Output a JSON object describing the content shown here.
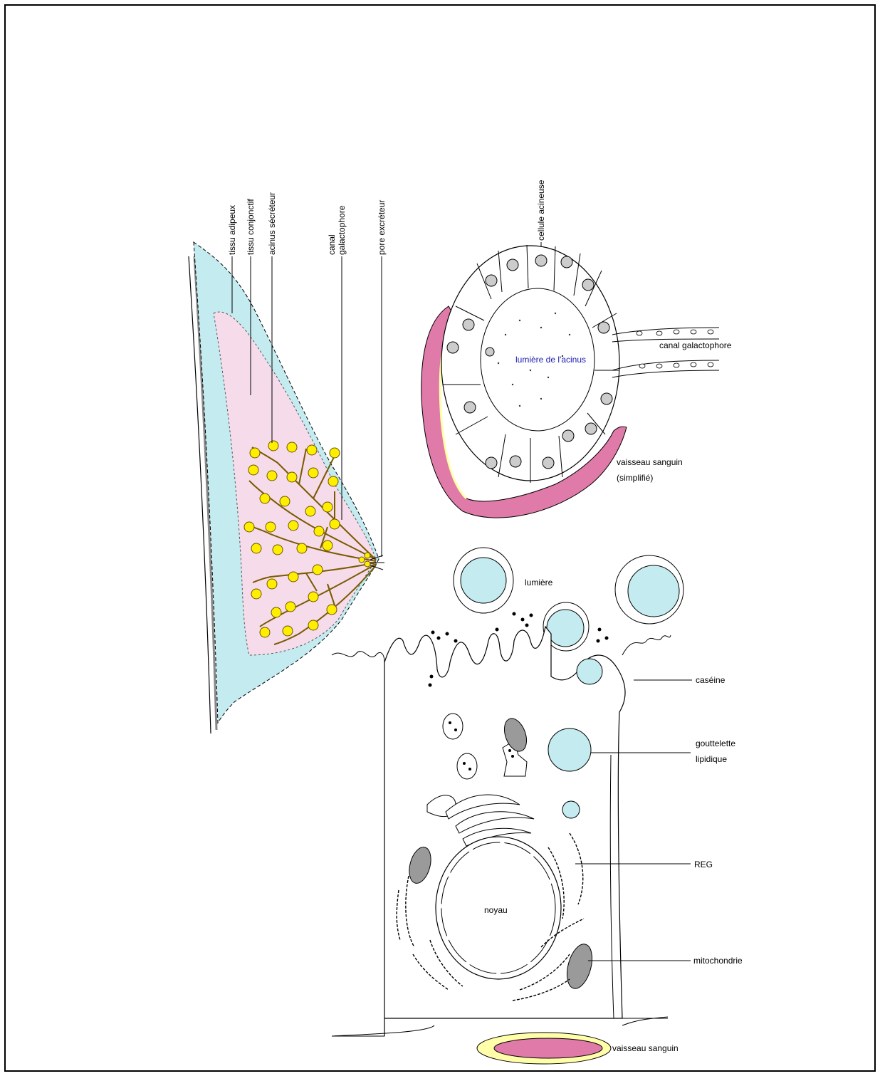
{
  "colors": {
    "adipose": "#c4ecf0",
    "connective": "#f6dcea",
    "acinus_yellow": "#ffee00",
    "vessel_pink": "#e07aa8",
    "vessel_yellow": "#ffffaa",
    "lipid": "#c4ecf0",
    "organelle_grey": "#9a9a9a",
    "nucleus_grey": "#c8c8c8"
  },
  "breast": {
    "labels": {
      "adipose": "tissu adipeux",
      "connective": "tissu conjonctif",
      "acinus": "acinus sécréteur",
      "duct_line1": "canal",
      "duct_line2": "galactophore",
      "pore": "pore excréteur"
    }
  },
  "acinus": {
    "labels": {
      "cell": "cellule acineuse",
      "lumen": "lumière de l'acinus",
      "duct": "canal galactophore",
      "vessel_line1": "vaisseau sanguin",
      "vessel_line2": "(simplifié)"
    }
  },
  "cell": {
    "labels": {
      "lumen": "lumière",
      "casein": "caséine",
      "lipid_line1": "gouttelette",
      "lipid_line2": "lipidique",
      "reg": "REG",
      "nucleus": "noyau",
      "mito": "mitochondrie",
      "vessel": "vaisseau sanguin"
    }
  }
}
